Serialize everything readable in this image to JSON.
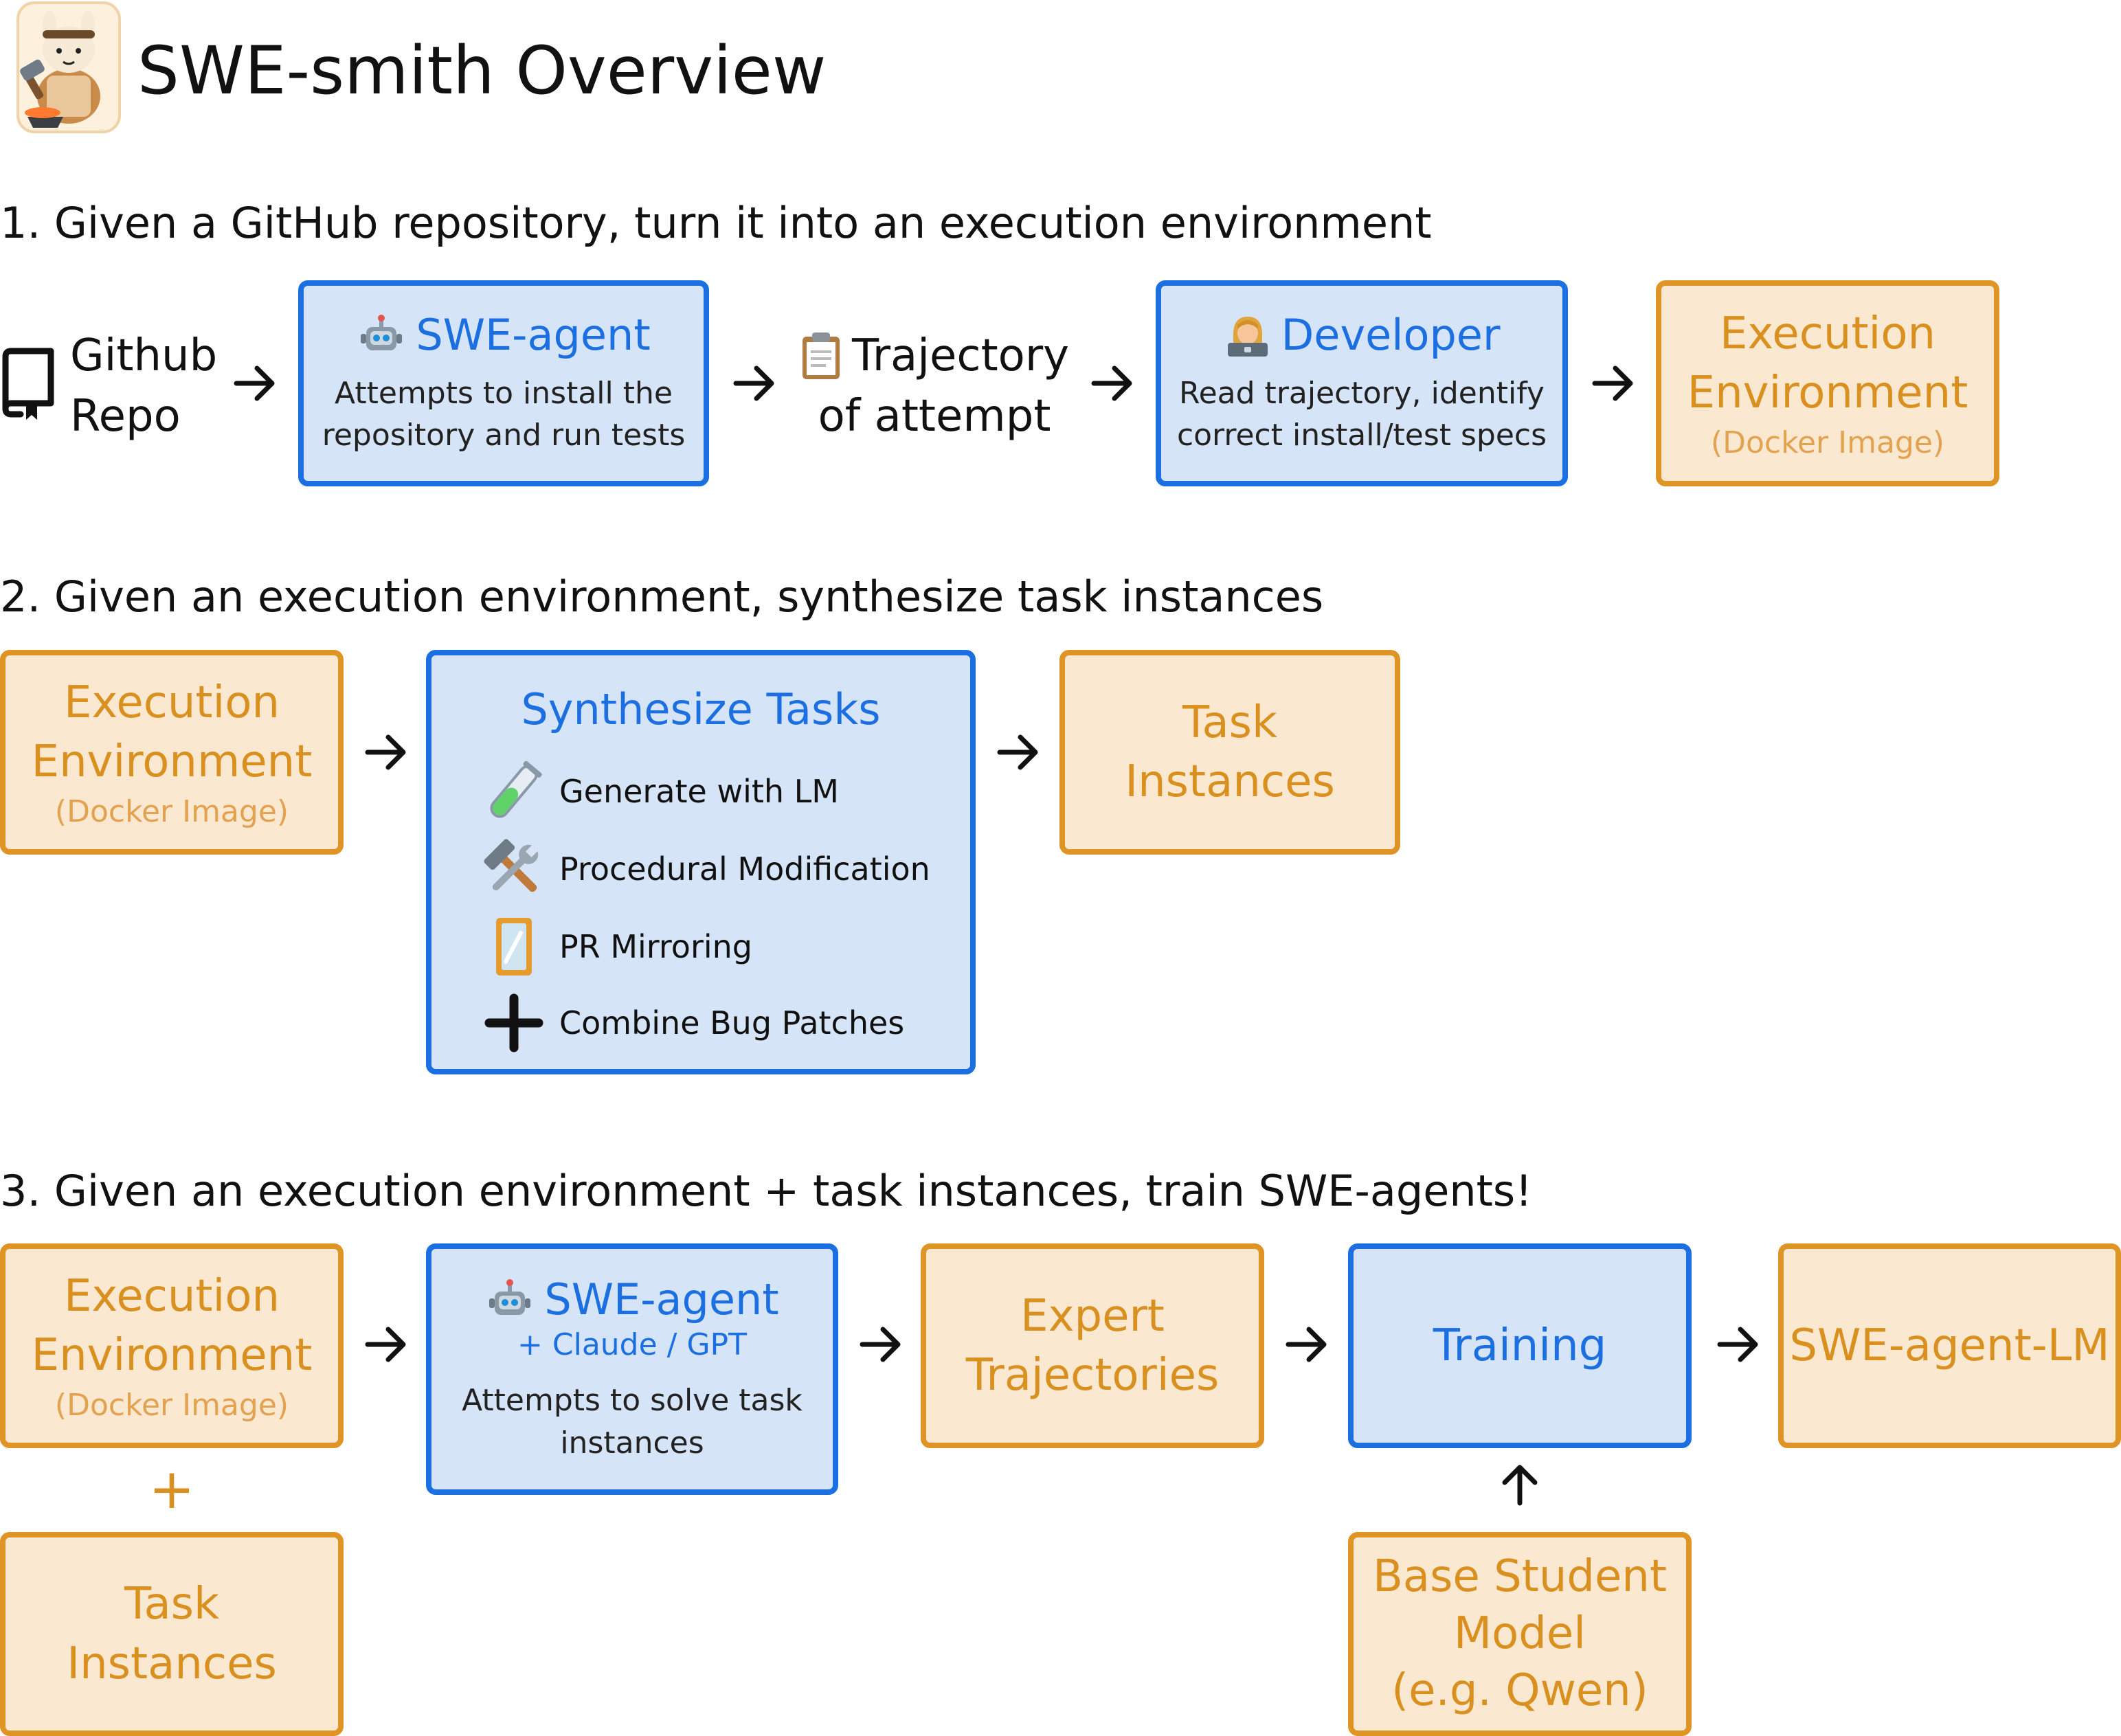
{
  "title": "SWE-smith Overview",
  "colors": {
    "blue_accent": "#1b6fe0",
    "blue_fill": "#d6e4f7",
    "orange_accent": "#df9426",
    "orange_fill": "#fae8d1"
  },
  "icons": [
    "llama-blacksmith-logo",
    "repo-icon",
    "robot-icon",
    "clipboard-icon",
    "developer-icon",
    "test-tube-icon",
    "hammer-wrench-icon",
    "mirror-icon",
    "plus-icon"
  ],
  "section1": {
    "heading": "1. Given a GitHub repository, turn it into an execution environment",
    "repo_line1": "Github",
    "repo_line2": "Repo",
    "agent_title": "SWE-agent",
    "agent_desc1": "Attempts to install the",
    "agent_desc2": "repository and run tests",
    "traj_line1": "Trajectory",
    "traj_line2": "of attempt",
    "dev_title": "Developer",
    "dev_desc1": "Read trajectory, identify",
    "dev_desc2": "correct install/test specs",
    "env_line1": "Execution",
    "env_line2": "Environment",
    "env_sub": "(Docker Image)"
  },
  "section2": {
    "heading": "2. Given an execution environment, synthesize task instances",
    "env_line1": "Execution",
    "env_line2": "Environment",
    "env_sub": "(Docker Image)",
    "synth_title": "Synthesize Tasks",
    "methods": [
      "Generate with LM",
      "Procedural Modification",
      "PR Mirroring",
      "Combine Bug Patches"
    ],
    "task_line1": "Task",
    "task_line2": "Instances"
  },
  "section3": {
    "heading": "3. Given an execution environment + task instances, train SWE-agents!",
    "env_line1": "Execution",
    "env_line2": "Environment",
    "env_sub": "(Docker Image)",
    "plus": "+",
    "task_line1": "Task",
    "task_line2": "Instances",
    "agent_title": "SWE-agent",
    "agent_sub": "+ Claude / GPT",
    "agent_desc1": "Attempts to solve task",
    "agent_desc2": "instances",
    "expert_line1": "Expert",
    "expert_line2": "Trajectories",
    "training": "Training",
    "base_line1": "Base Student",
    "base_line2": "Model",
    "base_line3": "(e.g. Qwen)",
    "output": "SWE-agent-LM"
  }
}
